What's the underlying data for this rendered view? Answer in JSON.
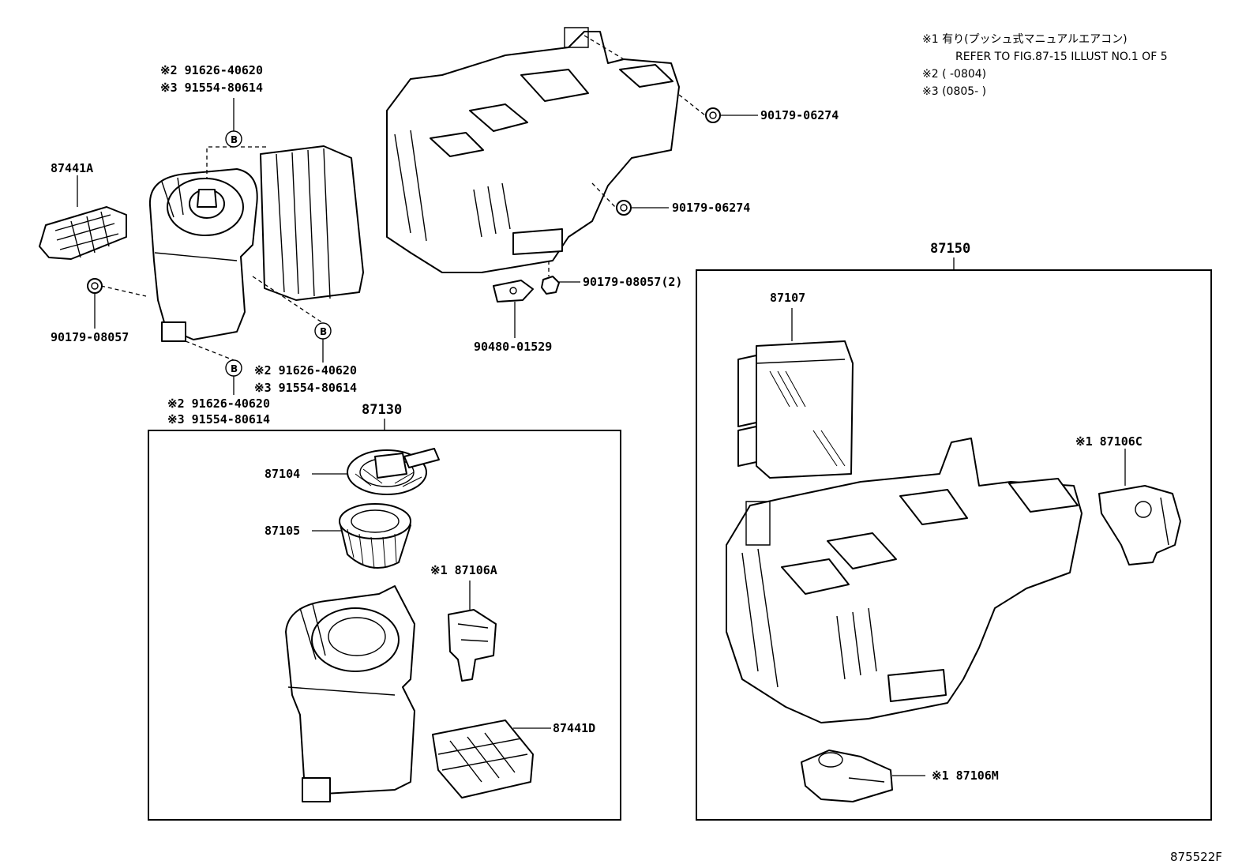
{
  "notes": {
    "line1": "※1 有り(プッシュ式マニュアルエアコン)",
    "line2": "REFER TO FIG.87-15 ILLUST NO.1 OF 5",
    "line3": "※2 (       -0804)",
    "line4": "※3 (0805-       )"
  },
  "figure_code": "875522F",
  "ref_letter": "B",
  "labels": {
    "p87441A": "87441A",
    "p90179_08057_left": "90179-08057",
    "p90179_06274_top": "90179-06274",
    "p90179_06274_mid": "90179-06274",
    "p90179_08057_2": "90179-08057(2)",
    "p90480_01529": "90480-01529",
    "b1_line1": "※2 91626-40620",
    "b1_line2": "※3 91554-80614",
    "b2_line1": "※2 91626-40620",
    "b2_line2": "※3 91554-80614",
    "b3_line1": "※2 91626-40620",
    "b3_line2": "※3 91554-80614",
    "g87130": "87130",
    "g87150": "87150",
    "p87104": "87104",
    "p87105": "87105",
    "p87106A": "※1 87106A",
    "p87441D": "87441D",
    "p87107": "87107",
    "p87106C": "※1 87106C",
    "p87106M": "※1 87106M"
  }
}
